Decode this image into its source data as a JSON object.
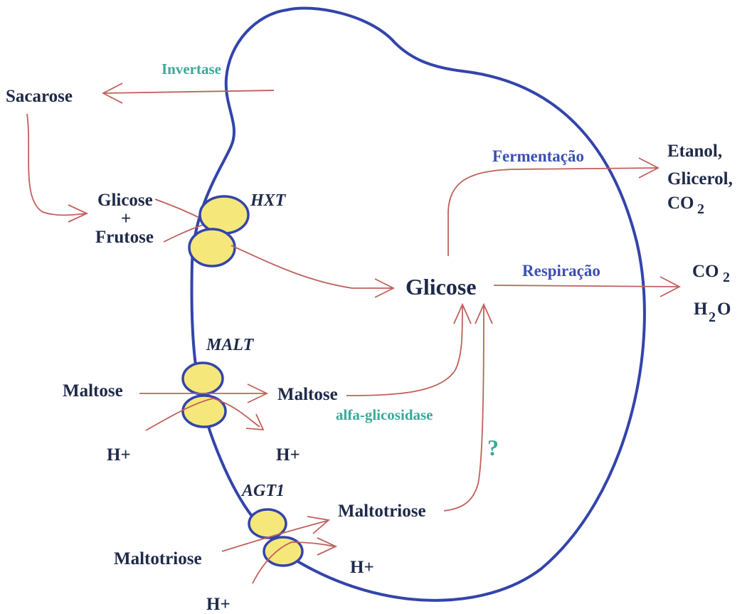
{
  "labels": {
    "sacarose": "Sacarose",
    "invertase": "Invertase",
    "glicose_frutose_1": "Glicose",
    "glicose_frutose_plus": "+",
    "glicose_frutose_2": "Frutose",
    "hxt": "HXT",
    "glicose": "Glicose",
    "fermentacao": "Fermentação",
    "etanol": "Etanol,",
    "glicerol": "Glicerol,",
    "co2_top_a": "CO",
    "co2_top_b": "2",
    "respiracao": "Respiração",
    "co2_right_a": "CO",
    "co2_right_b": "2",
    "h2o_a": "H",
    "h2o_b": "2",
    "h2o_c": "O",
    "malt": "MALT",
    "maltose_out": "Maltose",
    "maltose_in": "Maltose",
    "alfa_glicosidase": "alfa-glicosidase",
    "h_plus_malt_out": "H+",
    "h_plus_malt_in": "H+",
    "question": "?",
    "agt1": "AGT1",
    "maltotriose_in": "Maltotriose",
    "maltotriose_out": "Maltotriose",
    "h_plus_agt_in": "H+",
    "h_plus_agt_out": "H+"
  },
  "colors": {
    "membrane": "#3344aa",
    "transporter_fill": "#f6e77a",
    "arrow": "#c0605a",
    "enzyme_text": "#3aa89a",
    "process_text": "#3b4fb5",
    "label_text": "#1f2a4a"
  }
}
